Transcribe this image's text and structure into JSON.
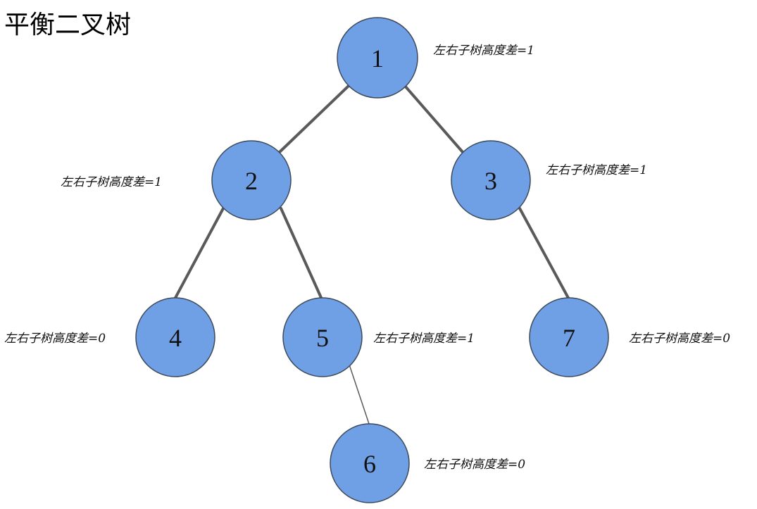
{
  "title": "平衡二叉树",
  "nodes": [
    {
      "id": "1",
      "label": "1",
      "note": "左右子树高度差=1"
    },
    {
      "id": "2",
      "label": "2",
      "note": "左右子树高度差=1"
    },
    {
      "id": "3",
      "label": "3",
      "note": "左右子树高度差=1"
    },
    {
      "id": "4",
      "label": "4",
      "note": "左右子树高度差=0"
    },
    {
      "id": "5",
      "label": "5",
      "note": "左右子树高度差=1"
    },
    {
      "id": "7",
      "label": "7",
      "note": "左右子树高度差=0"
    },
    {
      "id": "6",
      "label": "6",
      "note": "左右子树高度差=0"
    }
  ],
  "edges": [
    {
      "from": "1",
      "to": "2"
    },
    {
      "from": "1",
      "to": "3"
    },
    {
      "from": "2",
      "to": "4"
    },
    {
      "from": "2",
      "to": "5"
    },
    {
      "from": "3",
      "to": "7"
    },
    {
      "from": "5",
      "to": "6"
    }
  ],
  "colors": {
    "node_fill": "#6fa0e6",
    "node_stroke": "#3d4a5a",
    "edge": "#5a5a5a"
  }
}
